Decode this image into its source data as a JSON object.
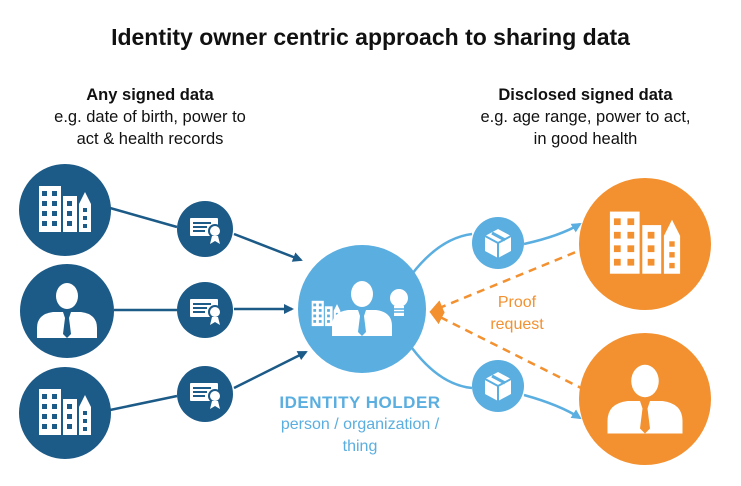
{
  "title": "Identity owner centric approach to sharing data",
  "left_column": {
    "heading": "Any signed data",
    "line1": "e.g. date of birth, power to",
    "line2": "act & health records"
  },
  "right_column": {
    "heading": "Disclosed signed data",
    "line1": "e.g. age range, power to act,",
    "line2": "in good health"
  },
  "holder": {
    "heading": "IDENTITY HOLDER",
    "line1": "person / organization /",
    "line2": "thing"
  },
  "proof": {
    "line1": "Proof",
    "line2": "request"
  },
  "colors": {
    "issuer_blue": "#1c5a87",
    "holder_blue": "#5aaee0",
    "verifier_orange": "#f39130"
  },
  "icons": {
    "issuers": [
      "building-icon",
      "person-icon",
      "building-icon"
    ],
    "credentials": [
      "certificate-icon",
      "certificate-icon",
      "certificate-icon"
    ],
    "proofs": [
      "package-icon",
      "package-icon"
    ],
    "verifiers": [
      "building-icon",
      "person-icon"
    ]
  }
}
